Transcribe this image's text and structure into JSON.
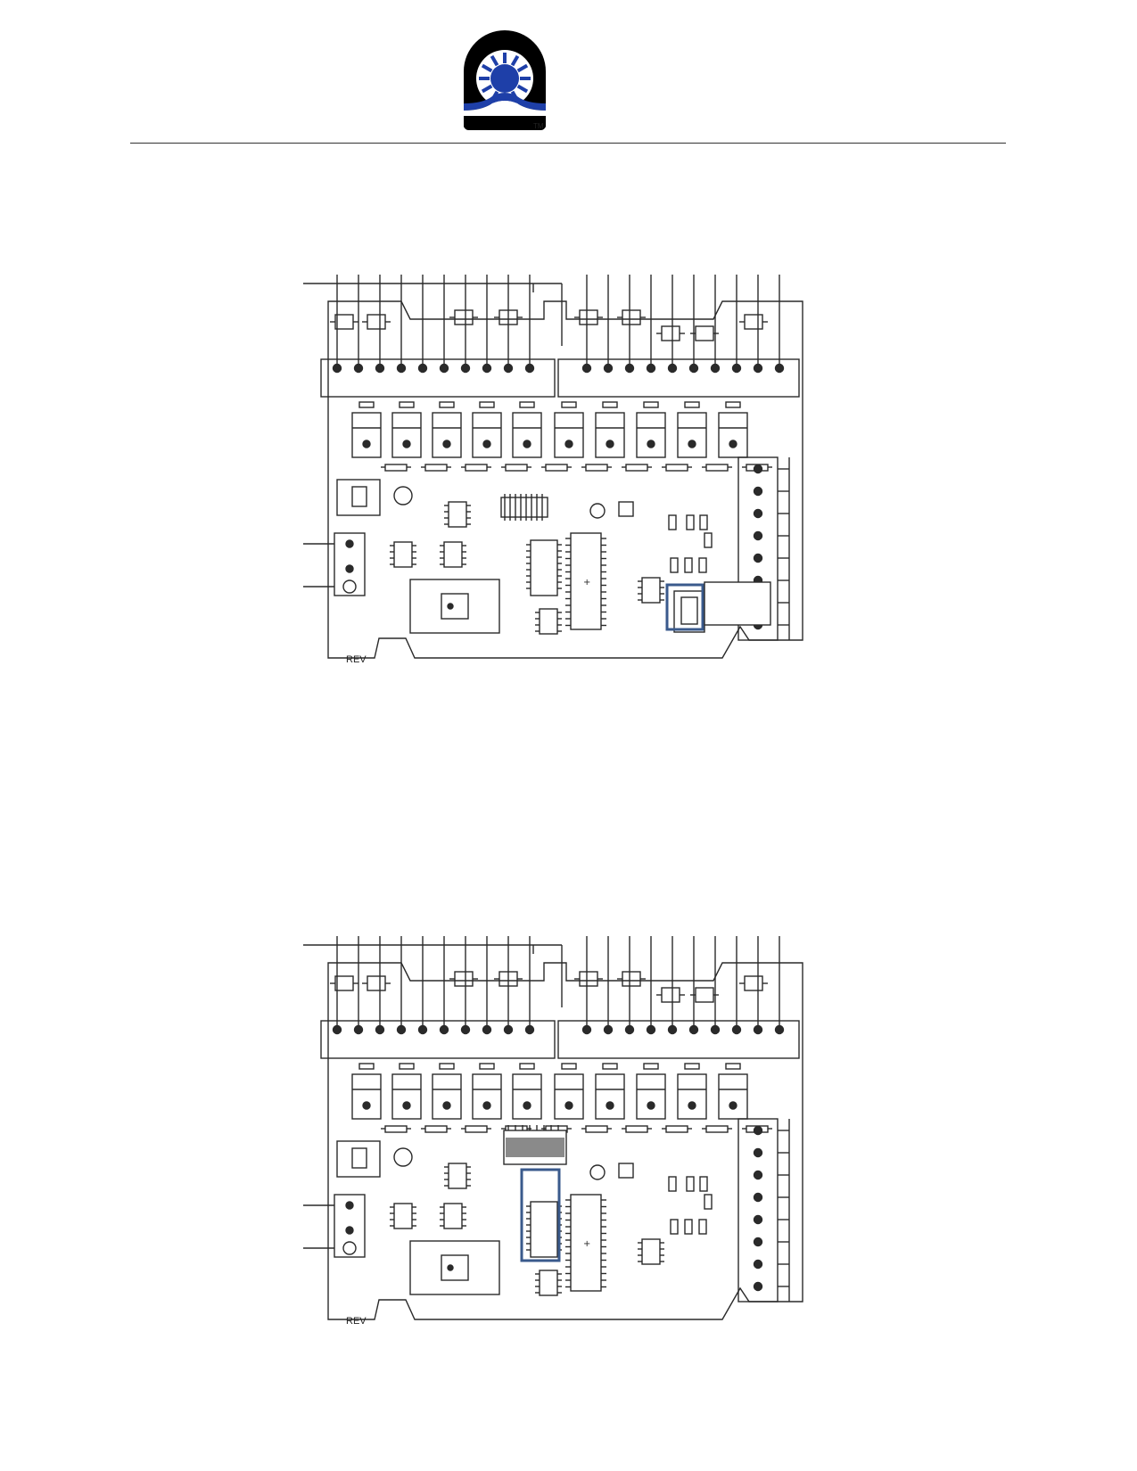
{
  "header": {
    "trademark": "TM",
    "logo_colors": {
      "ring": "#000000",
      "sun": "#1e3fa8",
      "band": "#1e3fa8"
    }
  },
  "figures": [
    {
      "id": "board1",
      "board_label": "REV",
      "highlight": "small-ic-lower-right",
      "highlight_color": "#3a5a8c"
    },
    {
      "id": "board2",
      "board_label": "REV",
      "highlight": "dip-ic-center",
      "highlight_color": "#3a5a8c"
    }
  ],
  "colors": {
    "line": "#2a2a2a",
    "highlight": "#3a5a8c",
    "grey_block": "#8a8a8a"
  }
}
